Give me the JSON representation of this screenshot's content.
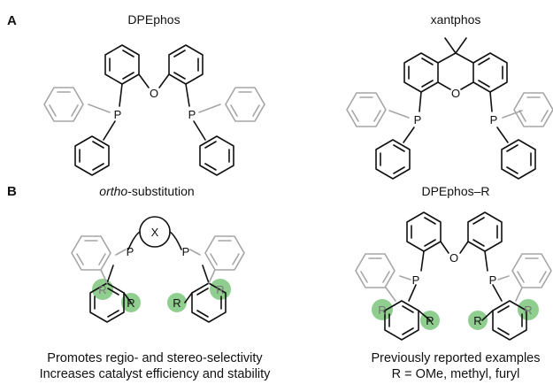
{
  "panels": {
    "a": {
      "label": "A",
      "left_title": "DPEphos",
      "right_title": "xantphos"
    },
    "b": {
      "label": "B",
      "left_title_italic": "ortho",
      "left_title_rest": "-substitution",
      "right_title": "DPEphos–R",
      "left_caption_1": "Promotes regio- and stereo-selectivity",
      "left_caption_2": "Increases catalyst efficiency and stability",
      "right_caption_1": "Previously reported examples",
      "right_caption_2": "R = OMe, methyl, furyl"
    }
  },
  "atoms": {
    "p": "P",
    "o": "O",
    "x": "X",
    "r": "R"
  },
  "colors": {
    "bond": "#111111",
    "faded_bond": "#a6a6a6",
    "highlight": "#8fce8f"
  }
}
